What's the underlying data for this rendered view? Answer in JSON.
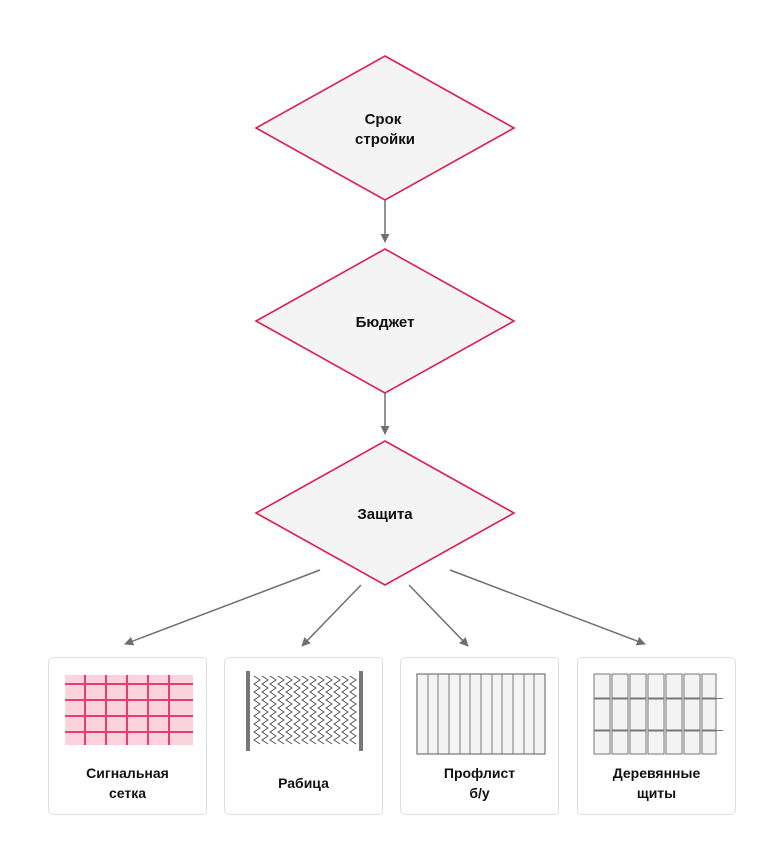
{
  "colors": {
    "accent": "#dc1f4c",
    "node_fill": "#f4f4f4",
    "arrow": "#6f6f6f",
    "card_border": "#dedede"
  },
  "diagram": {
    "nodes": [
      {
        "id": "term",
        "lines": [
          "Срок",
          "стройки"
        ]
      },
      {
        "id": "budget",
        "lines": [
          "Бюджет"
        ]
      },
      {
        "id": "protection",
        "lines": [
          "Защита"
        ]
      }
    ],
    "options": [
      {
        "id": "signal-mesh",
        "label": "Сигнальная\nсетка",
        "icon": "signal-mesh-icon"
      },
      {
        "id": "chain-link",
        "label": "Рабица",
        "icon": "chain-link-mesh-icon"
      },
      {
        "id": "profile-sheet",
        "label": "Профлист\nб/у",
        "icon": "profile-sheet-icon"
      },
      {
        "id": "wooden-panels",
        "label": "Деревянные\nщиты",
        "icon": "wooden-panels-icon"
      }
    ]
  }
}
